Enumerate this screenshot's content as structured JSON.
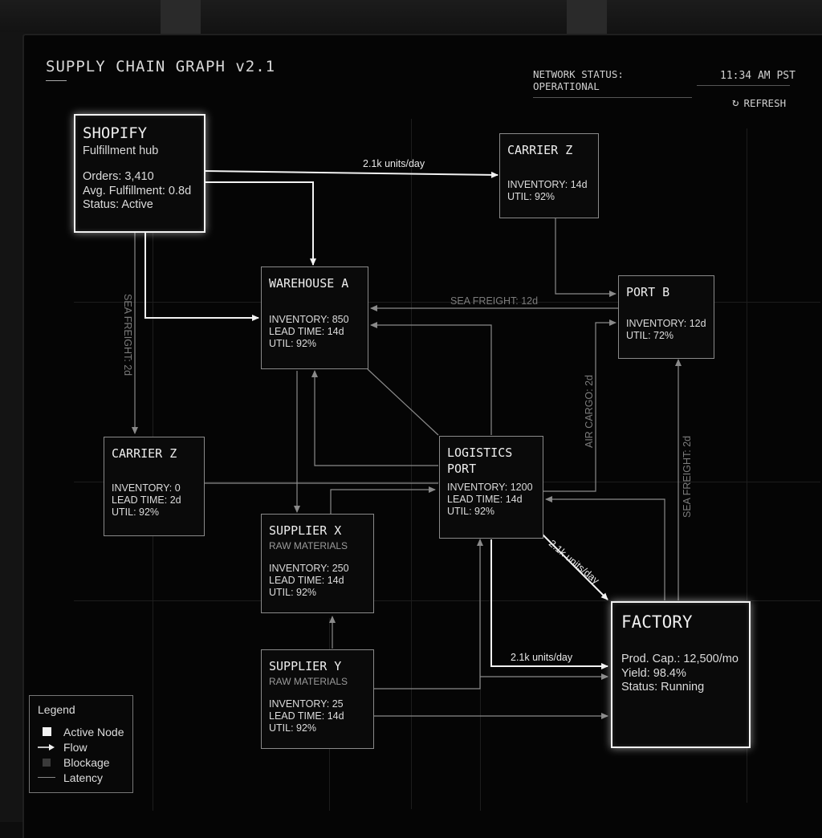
{
  "header": {
    "title": "SUPPLY CHAIN GRAPH v2.1",
    "network_status": "NETWORK STATUS: OPERATIONAL",
    "time": "11:34 AM PST",
    "refresh_label": "REFRESH"
  },
  "nodes": {
    "shopify": {
      "name": "SHOPIFY",
      "sub": "Fulfillment hub",
      "lines": [
        "Orders: 3,410",
        "Avg. Fulfillment: 0.8d",
        "Status: Active"
      ]
    },
    "carrier_z_top": {
      "name": "CARRIER Z",
      "lines": [
        "INVENTORY: 14d",
        "UTIL: 92%"
      ]
    },
    "warehouse_a": {
      "name": "WAREHOUSE A",
      "lines": [
        "INVENTORY: 850",
        "LEAD TIME: 14d",
        "UTIL: 92%"
      ]
    },
    "port_b": {
      "name": "PORT B",
      "lines": [
        "INVENTORY: 12d",
        "UTIL: 72%"
      ]
    },
    "carrier_z_left": {
      "name": "CARRIER Z",
      "lines": [
        "INVENTORY: 0",
        "LEAD TIME: 2d",
        "UTIL: 92%"
      ]
    },
    "logistics_port": {
      "name_1": "LOGISTICS",
      "name_2": "PORT",
      "lines": [
        "INVENTORY: 1200",
        "LEAD TIME: 14d",
        "UTIL: 92%"
      ]
    },
    "supplier_x": {
      "name": "SUPPLIER X",
      "sub": "RAW MATERIALS",
      "lines": [
        "INVENTORY: 250",
        "LEAD TIME: 14d",
        "UTIL: 92%"
      ]
    },
    "supplier_y": {
      "name": "SUPPLIER Y",
      "sub": "RAW MATERIALS",
      "lines": [
        "INVENTORY: 25",
        "LEAD TIME: 14d",
        "UTIL: 92%"
      ]
    },
    "factory": {
      "name": "FACTORY",
      "lines": [
        "Prod. Cap.: 12,500/mo",
        "Yield: 98.4%",
        "Status: Running"
      ]
    }
  },
  "edge_labels": {
    "shopify_carrier": "2.1k units/day",
    "sea_freight_left": "SEA FREIGHT: 2d",
    "sea_freight_port": "SEA FREIGHT: 12d",
    "air_cargo": "AIR CARGO: 2d",
    "sea_freight_right": "SEA FREIGHT: 2d",
    "logistics_factory_diag": "2.1k units/day",
    "logistics_factory_h": "2.1k units/day"
  },
  "legend": {
    "title": "Legend",
    "items": [
      "Active Node",
      "Flow",
      "Blockage",
      "Latency"
    ]
  },
  "colors": {
    "background": "#050505",
    "active": "#f2f2f2",
    "muted": "#7c7c7c"
  }
}
